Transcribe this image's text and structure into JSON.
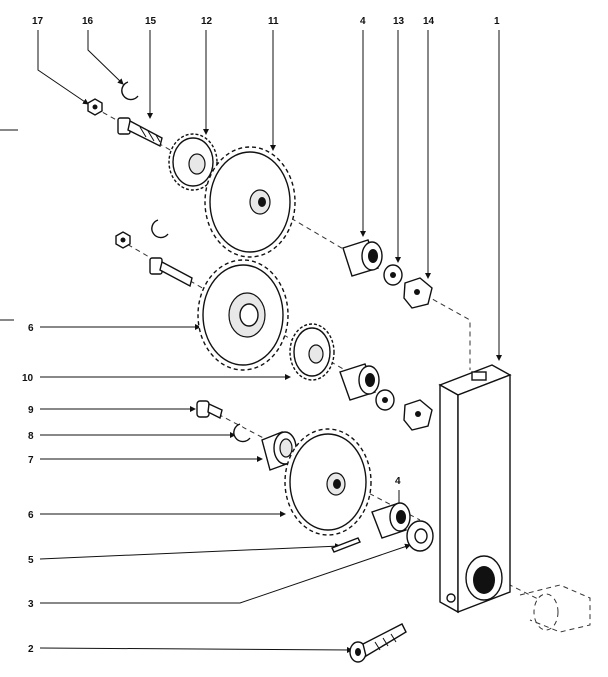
{
  "callouts": {
    "top": [
      "17",
      "16",
      "15",
      "12",
      "11",
      "4",
      "13",
      "14",
      "1"
    ],
    "left": [
      "6",
      "10",
      "9",
      "8",
      "7",
      "6",
      "5",
      "3",
      "2"
    ],
    "lower_4": "4"
  },
  "colors": {
    "ink": "#111111",
    "paper": "#ffffff"
  }
}
